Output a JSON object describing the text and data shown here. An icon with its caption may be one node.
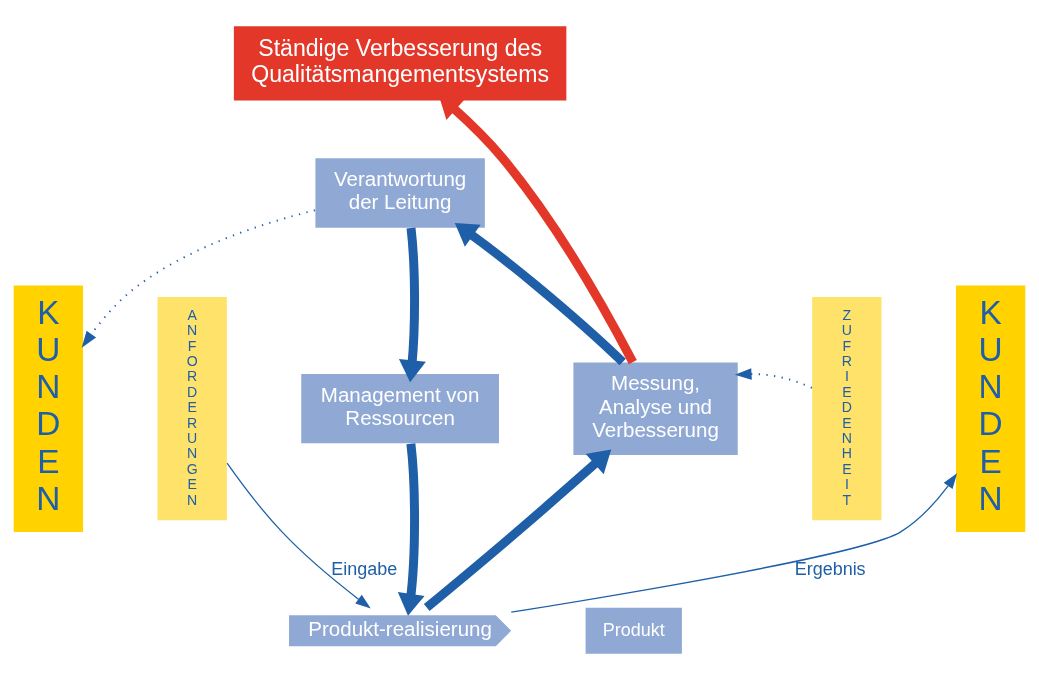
{
  "diagram": {
    "nodes": [
      {
        "text": [
          "Ständige Verbesserung des Qualitätsmangementsystems"
        ]
      },
      {
        "text": [
          "KUNDEN"
        ]
      },
      {
        "text": [
          "ANFORDERUNGEN"
        ]
      },
      {
        "text": [
          "Verantwortung der Leitung"
        ]
      },
      {
        "text": [
          "Management von Ressourcen"
        ]
      },
      {
        "text": [
          "Messung, Analyse und Verbesserung"
        ]
      },
      {
        "text": [
          "Produkt-realisierung"
        ]
      },
      {
        "text": [
          "ZUFRIEDENHEIT"
        ]
      },
      {
        "text": [
          "KUNDEN"
        ]
      },
      {
        "text": [
          "Produkt"
        ]
      }
    ],
    "edges": [
      {
        "from": 3,
        "to": 1,
        "arrow": "to",
        "style": "dashed"
      },
      {
        "from": 3,
        "to": 4,
        "arrow": "to"
      },
      {
        "from": 4,
        "to": 6,
        "arrow": "to"
      },
      {
        "from": 6,
        "to": 5,
        "arrow": "to"
      },
      {
        "from": 5,
        "to": 3,
        "arrow": "to"
      },
      {
        "from": 5,
        "to": 0,
        "arrow": "to",
        "color": "#e3372a"
      },
      {
        "from": 7,
        "to": 5,
        "arrow": "to",
        "style": "dashed"
      },
      {
        "from": 2,
        "to": 6,
        "arrow": "to",
        "label": "Eingabe"
      },
      {
        "from": 6,
        "to": 8,
        "arrow": "to",
        "label": "Ergebnis"
      }
    ]
  }
}
